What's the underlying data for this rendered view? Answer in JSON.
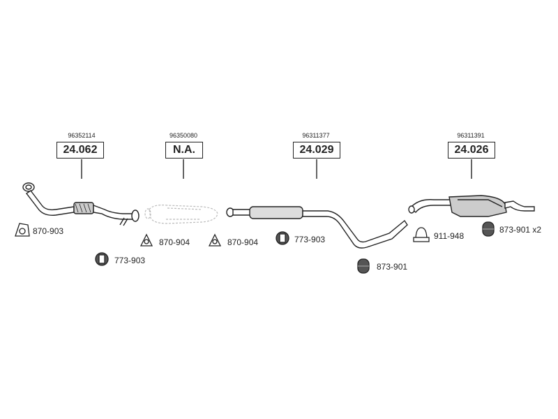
{
  "parts": [
    {
      "oem": "96352114",
      "code": "24.062"
    },
    {
      "oem": "96350080",
      "code": "N.A."
    },
    {
      "oem": "96311377",
      "code": "24.029"
    },
    {
      "oem": "96311391",
      "code": "24.026"
    }
  ],
  "fittings": [
    {
      "label": "870-903",
      "icon": "gasket-triangle-icon"
    },
    {
      "label": "773-903",
      "icon": "rubber-mount-icon"
    },
    {
      "label": "870-904",
      "icon": "gasket-triangle-icon"
    },
    {
      "label": "870-904",
      "icon": "gasket-triangle-icon"
    },
    {
      "label": "773-903",
      "icon": "rubber-mount-icon"
    },
    {
      "label": "873-901",
      "icon": "rubber-hanger-icon"
    },
    {
      "label": "911-948",
      "icon": "pipe-clamp-icon"
    },
    {
      "label": "873-901 x2",
      "icon": "rubber-hanger-icon"
    }
  ],
  "colors": {
    "line": "#222222",
    "pipe_fill": "#ffffff",
    "shade": "#bbbbbb"
  }
}
